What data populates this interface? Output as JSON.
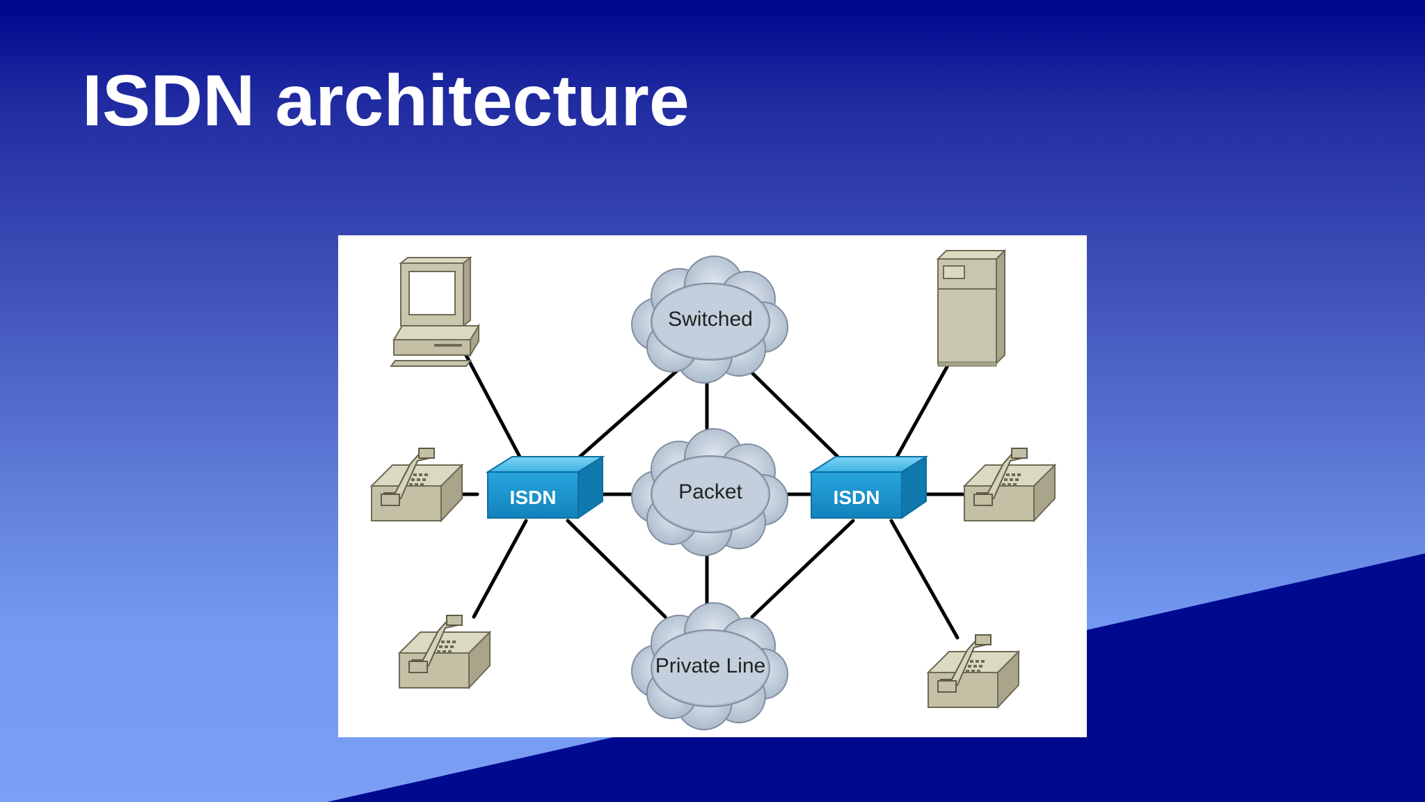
{
  "slide": {
    "title": "ISDN architecture",
    "colors": {
      "background_top": "#000a8f",
      "background_bottom": "#7a9ff5",
      "wedge": "#000a8f",
      "title_text": "#ffffff",
      "isdn_box": "#1e9fd8",
      "cloud_fill": "#b8c6d6",
      "device_fill": "#c9c6ae"
    }
  },
  "diagram": {
    "clouds": {
      "switched": "Switched",
      "packet": "Packet",
      "private_line": "Private Line"
    },
    "switches": {
      "left": "ISDN",
      "right": "ISDN"
    },
    "devices": [
      {
        "id": "computer",
        "icon": "computer-icon"
      },
      {
        "id": "server",
        "icon": "server-icon"
      },
      {
        "id": "phone-left-middle",
        "icon": "telephone-icon"
      },
      {
        "id": "phone-left-bottom",
        "icon": "telephone-icon"
      },
      {
        "id": "phone-right-middle",
        "icon": "telephone-icon"
      },
      {
        "id": "phone-right-bottom",
        "icon": "telephone-icon"
      }
    ]
  }
}
